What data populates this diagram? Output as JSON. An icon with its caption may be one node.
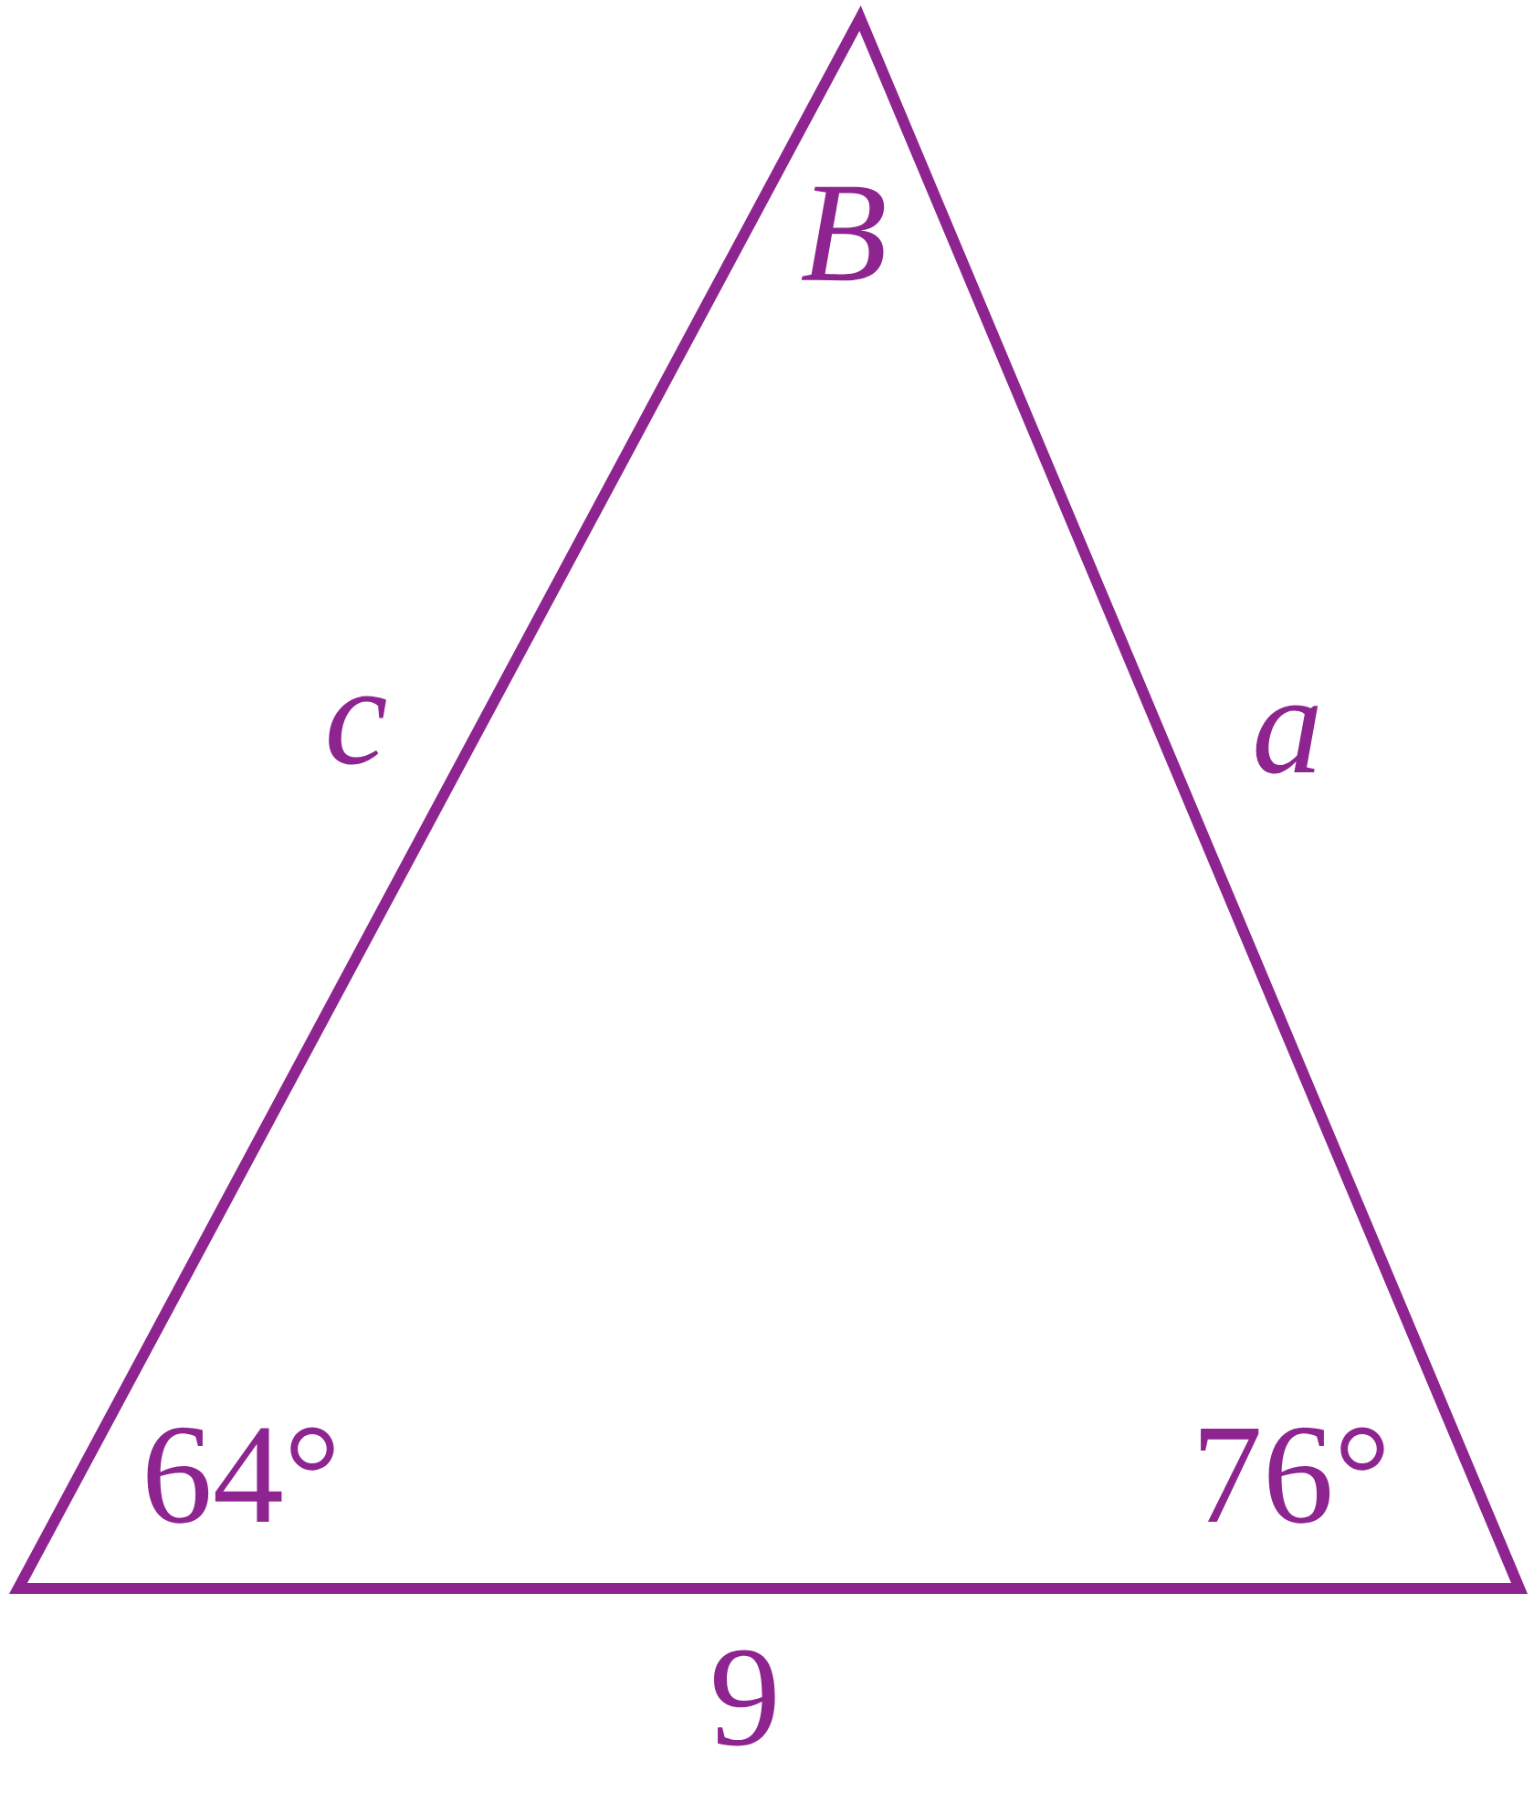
{
  "diagram": {
    "labels": [
      "B",
      "c",
      "a",
      "64°",
      "76°",
      "9"
    ]
  }
}
